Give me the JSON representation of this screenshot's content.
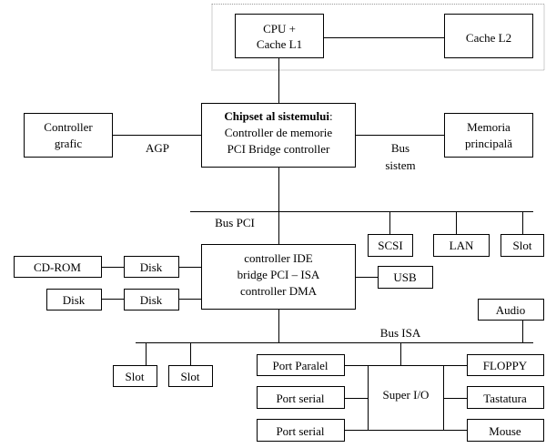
{
  "cpu": {
    "line1": "CPU +",
    "line2": "Cache L1"
  },
  "cache_l2": "Cache L2",
  "chipset": {
    "line1": "Chipset al sistemului",
    "line1_suffix": ":",
    "line2": "Controller de memorie",
    "line3": "PCI Bridge controller"
  },
  "graphics_controller": {
    "line1": "Controller",
    "line2": "grafic"
  },
  "agp_label": "AGP",
  "main_memory": {
    "line1": "Memoria",
    "line2": "principală"
  },
  "system_bus": {
    "line1": "Bus",
    "line2": "sistem"
  },
  "pci_bus_label": "Bus PCI",
  "pci_devices": [
    "SCSI",
    "LAN",
    "Slot"
  ],
  "southbridge": {
    "line1": "controller IDE",
    "line2": "bridge PCI – ISA",
    "line3": "controller DMA"
  },
  "cdrom": "CD-ROM",
  "disks": [
    "Disk",
    "Disk",
    "Disk"
  ],
  "usb": "USB",
  "audio": "Audio",
  "isa_bus_label": "Bus ISA",
  "isa_slots": [
    "Slot",
    "Slot"
  ],
  "super_io": "Super I/O",
  "left_ports": [
    "Port Paralel",
    "Port serial",
    "Port serial"
  ],
  "right_ports": [
    "FLOPPY",
    "Tastatura",
    "Mouse"
  ]
}
